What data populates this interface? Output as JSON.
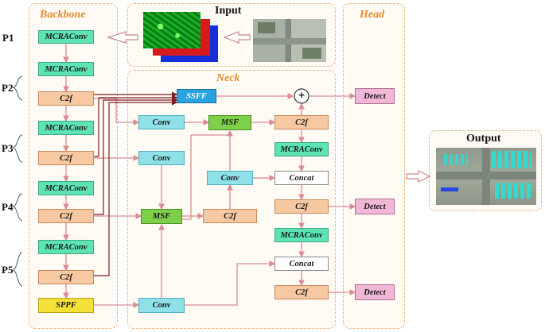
{
  "titles": {
    "backbone": "Backbone",
    "input": "Input",
    "neck": "Neck",
    "head": "Head",
    "output": "Output"
  },
  "stages": [
    "P1",
    "P2",
    "P3",
    "P4",
    "P5"
  ],
  "nodes": {
    "mcra": "MCRAConv",
    "c2f": "C2f",
    "sppf": "SPPF",
    "ssff": "SSFF",
    "conv": "Conv",
    "msf": "MSF",
    "concat": "Concat",
    "detect": "Detect",
    "add": "+"
  },
  "colors": {
    "mcra": "#5de3b4",
    "c2f": "#f7c9a3",
    "conv": "#8fe0e8",
    "msf": "#7ecf4a",
    "detect": "#f0b8d6",
    "sppf": "#f4e137",
    "ssff": "#2aa3e0",
    "panel_border": "#f2b47a",
    "wire": "#d98c93",
    "dark_wire": "#7a1e1e"
  }
}
